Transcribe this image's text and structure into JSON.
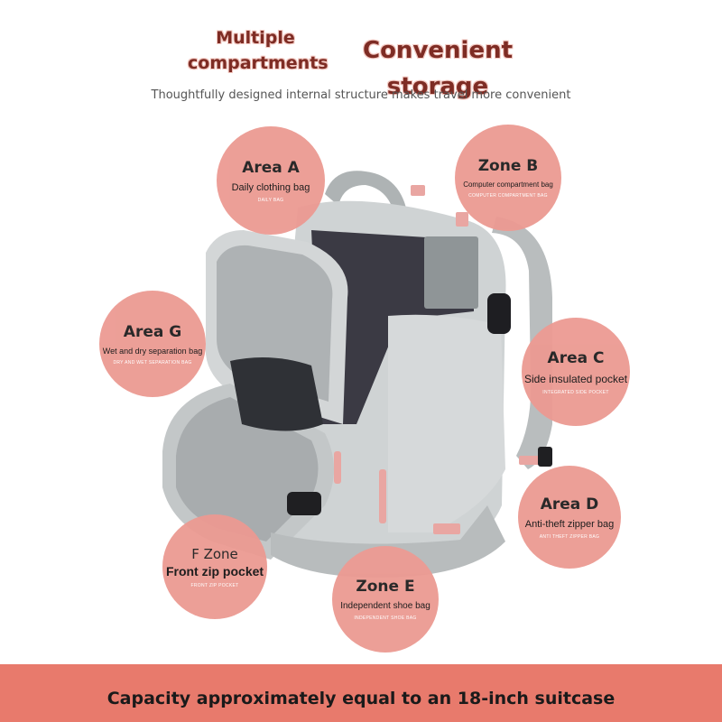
{
  "header": {
    "title_small": "Multiple compartments",
    "title_big": "Convenient storage",
    "subtitle": "Thoughtfully designed internal structure makes travel more convenient"
  },
  "areas": [
    {
      "id": "a",
      "title": "Area A",
      "desc": "Daily clothing bag",
      "sub": "DAILY BAG"
    },
    {
      "id": "b",
      "title": "Zone B",
      "desc": "Computer compartment bag",
      "sub": "COMPUTER COMPARTMENT BAG"
    },
    {
      "id": "g",
      "title": "Area G",
      "desc": "Wet and dry separation bag",
      "sub": "DRY AND WET SEPARATION BAG"
    },
    {
      "id": "c",
      "title": "Area C",
      "desc": "Side insulated pocket",
      "sub": "INTEGRATED SIDE POCKET"
    },
    {
      "id": "d",
      "title": "Area D",
      "desc": "Anti-theft zipper bag",
      "sub": "ANTI THEFT ZIPPER BAG"
    },
    {
      "id": "f",
      "title": "F Zone",
      "desc": "Front zip pocket",
      "sub": "FRONT ZIP POCKET"
    },
    {
      "id": "e",
      "title": "Zone E",
      "desc": "Independent shoe bag",
      "sub": "INDEPENDENT SHOE BAG"
    }
  ],
  "footer": {
    "text": "Capacity approximately equal to an 18-inch suitcase"
  },
  "colors": {
    "bubble": "#ec9a92",
    "footer": "#e87a6c",
    "bag": "#c9cdce",
    "title": "#7e2c24"
  }
}
